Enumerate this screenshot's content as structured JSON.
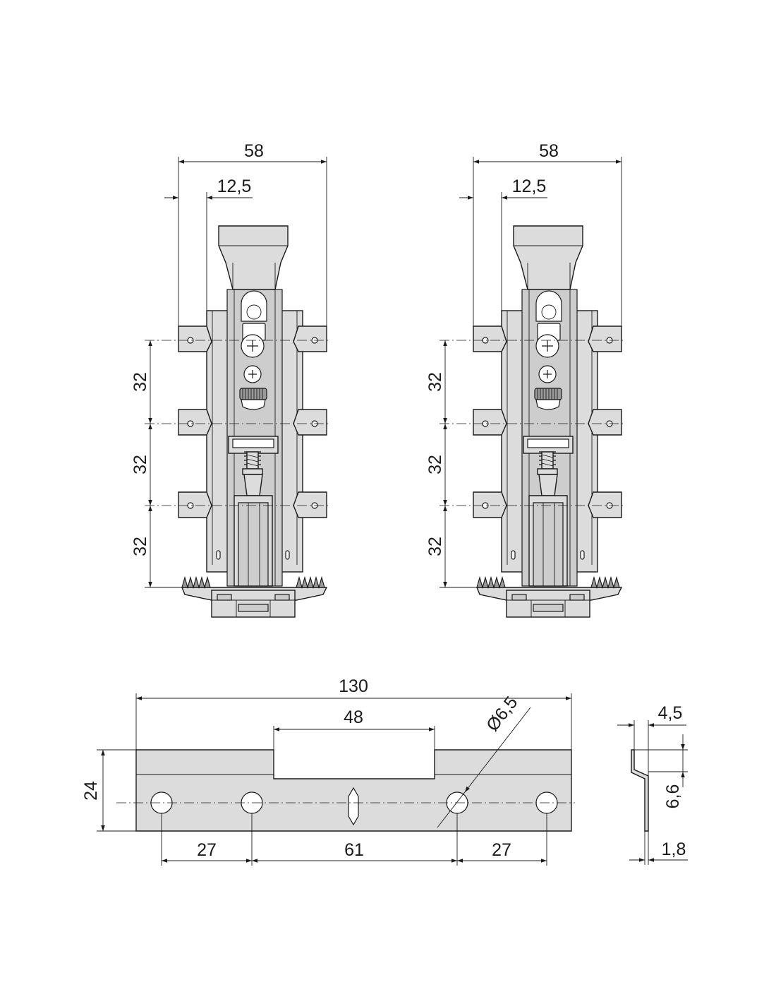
{
  "drawing": {
    "left_view": {
      "width_label": "58",
      "offset_label": "12,5",
      "pitch_labels": [
        "32",
        "32",
        "32"
      ]
    },
    "right_view": {
      "width_label": "58",
      "offset_label": "12,5",
      "pitch_labels": [
        "32",
        "32",
        "32"
      ]
    },
    "plate": {
      "length_label": "130",
      "slot_label": "48",
      "hole_label": "Ø6,5",
      "height_label": "24",
      "spacing_labels": [
        "27",
        "61",
        "27"
      ]
    },
    "profile": {
      "top_label": "4,5",
      "step_label": "6,6",
      "thickness_label": "1,8"
    }
  }
}
